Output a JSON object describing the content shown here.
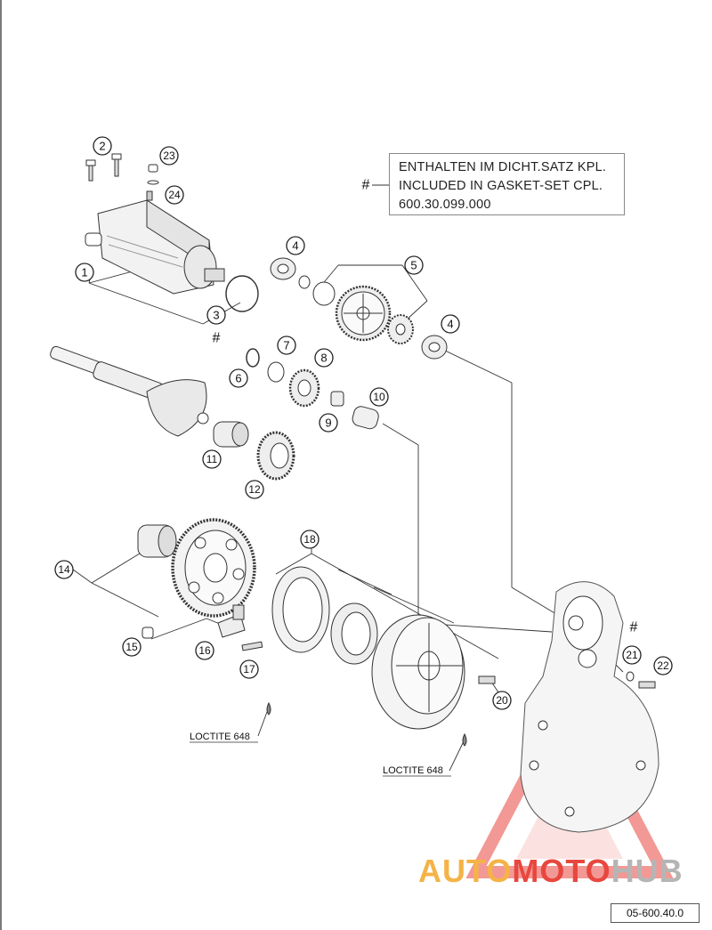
{
  "note": {
    "hash": "#",
    "line1": "ENTHALTEN IM DICHT.SATZ KPL.",
    "line2": "INCLUDED IN GASKET-SET CPL.",
    "line3": "600.30.099.000"
  },
  "callouts": {
    "c1": "1",
    "c2": "2",
    "c3": "3",
    "c4a": "4",
    "c4b": "4",
    "c5": "5",
    "c6": "6",
    "c7": "7",
    "c8": "8",
    "c9": "9",
    "c10": "10",
    "c11": "11",
    "c12": "12",
    "c14": "14",
    "c15": "15",
    "c16": "16",
    "c17": "17",
    "c18": "18",
    "c20": "20",
    "c21": "21",
    "c22": "22",
    "c23": "23",
    "c24": "24"
  },
  "marks": {
    "hash3": "#",
    "hash21": "#"
  },
  "loctite": {
    "left": "LOCTITE 648",
    "right": "LOCTITE 648"
  },
  "reference": "05-600.40.0",
  "watermark": {
    "part1": "AUTO",
    "part2": "MOTO",
    "part3": "HUB"
  },
  "colors": {
    "watermark_red": "#e8473f",
    "watermark_orange": "#f5b347",
    "watermark_gray": "#b5b5b5"
  }
}
